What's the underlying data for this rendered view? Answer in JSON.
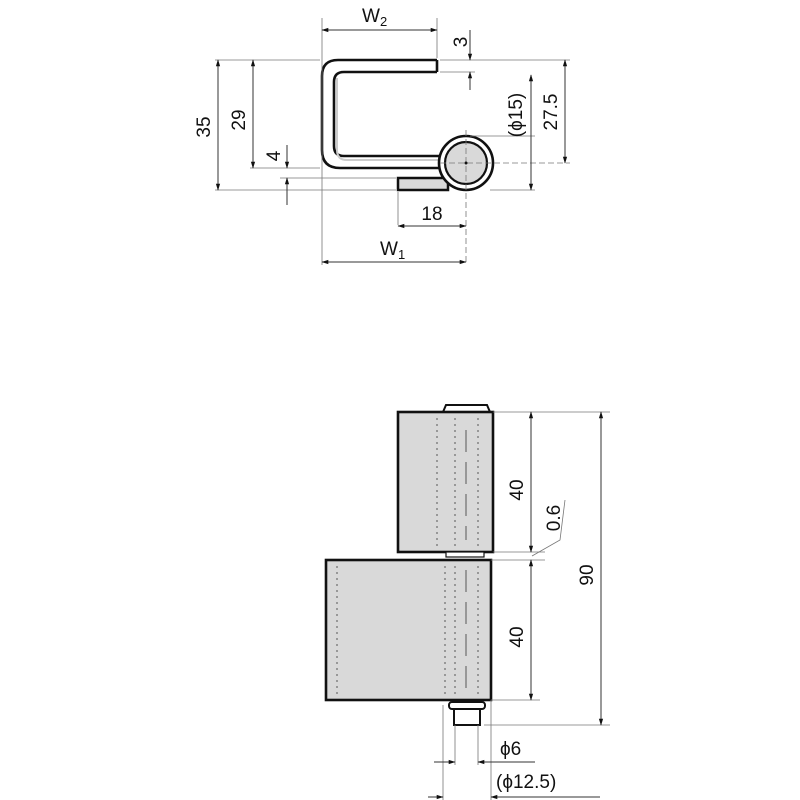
{
  "diagram": {
    "title": "Lift-off hinge dimension drawing",
    "units": "mm",
    "colors": {
      "line": "#111111",
      "fill": "#d9d9d9",
      "dim": "#333333",
      "background": "#ffffff"
    }
  },
  "top_view": {
    "labels": {
      "w2": "W2",
      "w2_main": "W",
      "w2_sub": "2",
      "w1_main": "W",
      "w1_sub": "1",
      "d3": "3",
      "d35": "35",
      "d29": "29",
      "d4": "4",
      "d18": "18",
      "d27_5": "27.5",
      "phi15": "(ϕ15)"
    }
  },
  "front_view": {
    "labels": {
      "upper_leaf_height": "40",
      "lower_leaf_height": "40",
      "gap": "0.6",
      "total_height": "90",
      "pin_dia": "ϕ6",
      "knuckle_dia": "(ϕ12.5)"
    }
  }
}
